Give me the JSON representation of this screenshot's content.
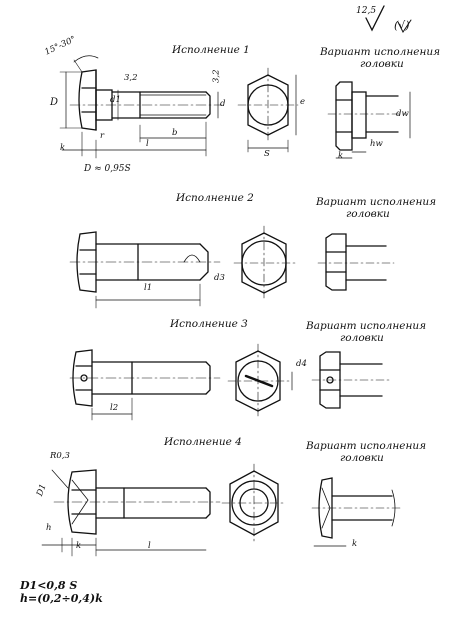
{
  "roughness": {
    "value": "12,5",
    "paren": "(√)"
  },
  "views": {
    "v1": {
      "title": "Исполнение 1",
      "variant_title": "Вариант исполнения",
      "variant_sub": "головки"
    },
    "v2": {
      "title": "Исполнение 2",
      "variant_title": "Вариант исполнения",
      "variant_sub": "головки"
    },
    "v3": {
      "title": "Исполнение 3",
      "variant_title": "Вариант исполнения",
      "variant_sub": "головки"
    },
    "v4": {
      "title": "Исполнение 4",
      "variant_title": "Вариант исполнения",
      "variant_sub": "головки"
    }
  },
  "dims": {
    "angle": "15°-30°",
    "r32a": "3,2",
    "r32b": "3,2",
    "D": "D",
    "d1": "d1",
    "d": "d",
    "e": "e",
    "dw": "dw",
    "hw": "hw",
    "k1": "k",
    "k_variant": "k",
    "r_": "r",
    "l": "l",
    "b": "b",
    "S": "S",
    "D_formula": "D ≈ 0,95S",
    "d3": "d3",
    "l1": "l1",
    "d4": "d4",
    "l2": "l2",
    "R03": "R0,3",
    "D1": "D1",
    "h": "h",
    "k4": "k",
    "l4": "l",
    "k4v": "k"
  },
  "notes": {
    "line1": "D1<0,8 S",
    "line2": "h=(0,2÷0,4)k"
  }
}
